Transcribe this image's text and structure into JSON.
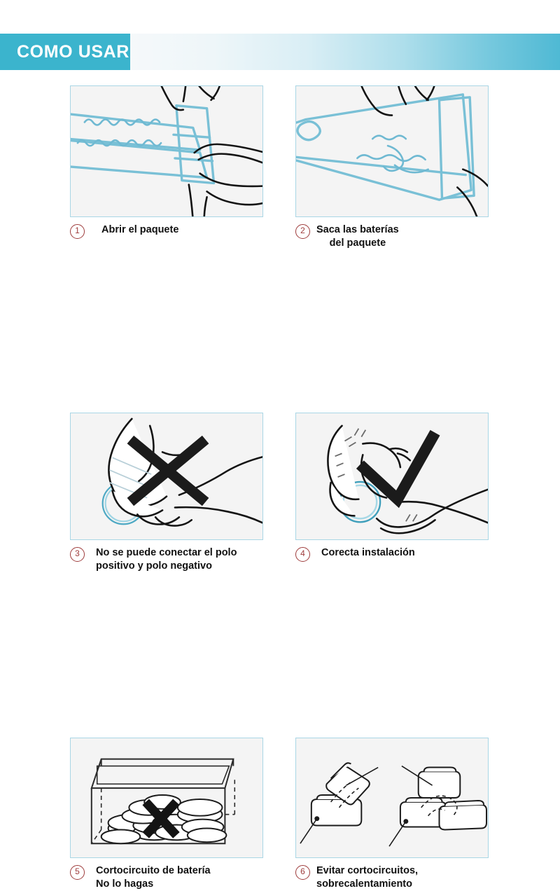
{
  "header": {
    "title": "COMO USAR",
    "badge_color": "#3bb4cd",
    "title_color": "#ffffff"
  },
  "theme": {
    "panel_border": "#a9d6e5",
    "panel_background": "#f4f4f4",
    "number_color": "#9e3b3b",
    "caption_color": "#111111",
    "line_art_blue": "#6cb8d0",
    "line_art_black": "#111111"
  },
  "steps": [
    {
      "number": "1",
      "caption": "Abrir el paquete",
      "illustration": "hands-opening-blister-package"
    },
    {
      "number": "2",
      "caption": "Saca las baterías\ndel paquete",
      "illustration": "hands-removing-batteries-from-package"
    },
    {
      "number": "3",
      "caption": "No se puede conectar el polo\npositivo y polo negativo",
      "illustration": "hand-holding-battery-with-x-mark"
    },
    {
      "number": "4",
      "caption": "Corecta instalación",
      "illustration": "hand-holding-battery-with-check-mark"
    },
    {
      "number": "5",
      "caption": "Cortocircuito de batería\nNo lo hagas",
      "illustration": "box-of-loose-batteries-with-x-mark"
    },
    {
      "number": "6",
      "caption": "Evitar cortocircuitos,\nsobrecalentamiento",
      "illustration": "stacked-batteries-diagrams"
    }
  ]
}
